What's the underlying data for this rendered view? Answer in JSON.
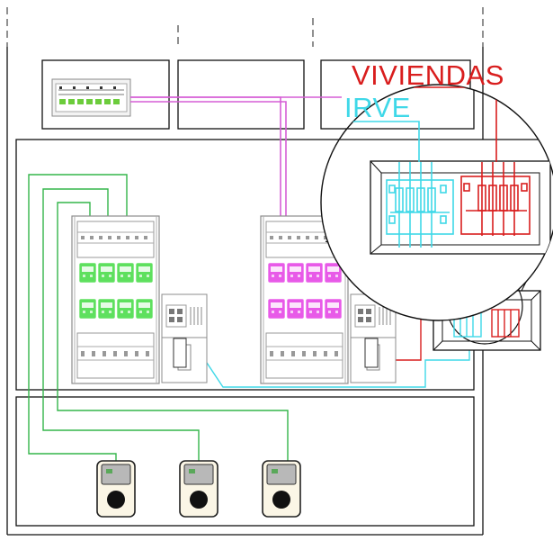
{
  "labels": {
    "viviendas": "VIVIENDAS",
    "irve": "IRVE"
  },
  "colors": {
    "viviendas": "#d91e1e",
    "irve": "#3fd8e8",
    "feed_line": "#d65fd6",
    "charger_line": "#33b54a",
    "meter_green": "#5ee05e",
    "meter_magenta": "#e85ae8",
    "outline": "#111111",
    "equipment_grey": "#9a9a9a"
  },
  "items": {
    "main_panel": "general-protection-panel",
    "meter_cabinet_left": "meter-centralization-irve",
    "meter_cabinet_right": "meter-centralization-viviendas",
    "distribution_box": "irve-viviendas-distribution-box",
    "chargers": [
      "ev-charger-1",
      "ev-charger-2",
      "ev-charger-3"
    ]
  }
}
